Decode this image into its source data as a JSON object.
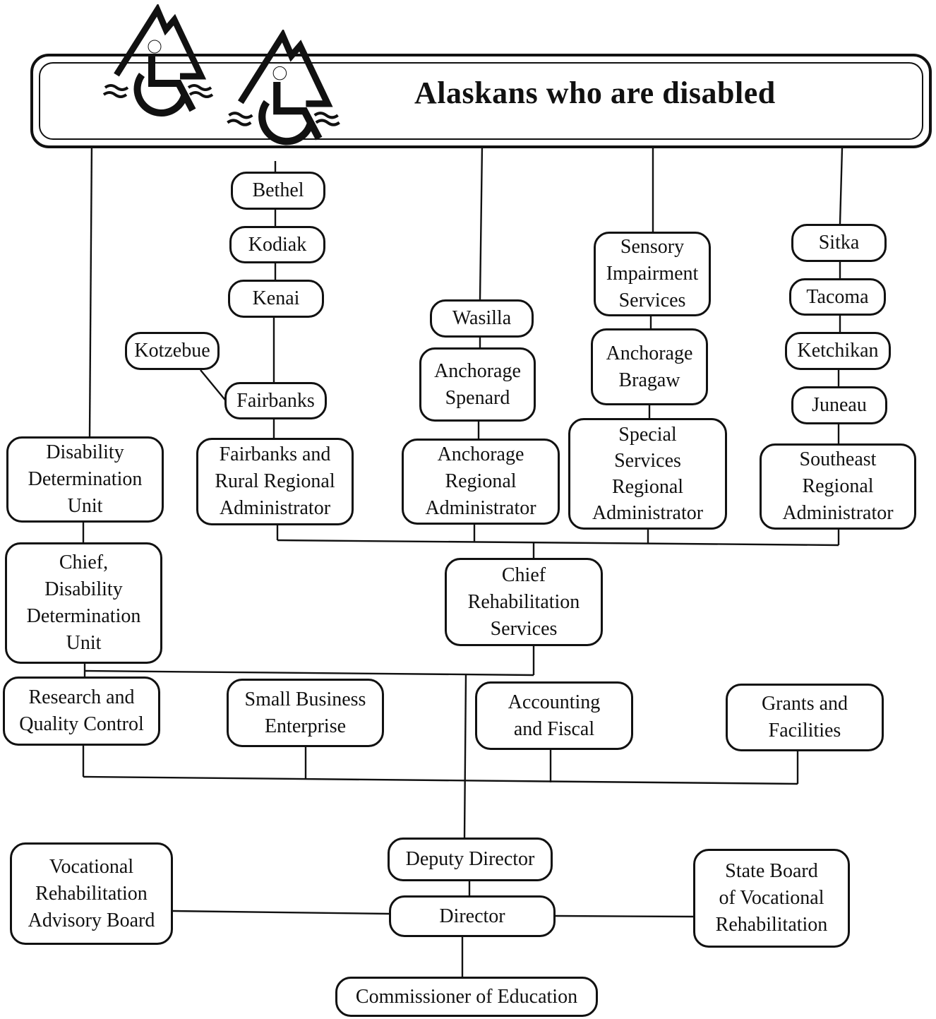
{
  "header": {
    "title": "Alaskans who are disabled",
    "logo_icon": "wheelchair-mountain-logo"
  },
  "org_chart": {
    "top_level": {
      "commissioner": "Commissioner of Education",
      "director": "Director",
      "deputy_director": "Deputy Director",
      "advisory_board": "Vocational\nRehabilitation\nAdvisory Board",
      "state_board": "State Board\nof Vocational\nRehabilitation"
    },
    "units": {
      "research": "Research and\nQuality Control",
      "small_business": "Small Business\nEnterprise",
      "accounting": "Accounting\nand Fiscal",
      "grants": "Grants and\nFacilities"
    },
    "disability": {
      "chief": "Chief,\nDisability\nDetermination\nUnit",
      "unit": "Disability\nDetermination\nUnit"
    },
    "chief_rehab": "Chief\nRehabilitation\nServices",
    "regions": {
      "fairbanks": {
        "admin": "Fairbanks and\nRural Regional\nAdministrator",
        "fairbanks": "Fairbanks",
        "kotzebue": "Kotzebue",
        "kenai": "Kenai",
        "kodiak": "Kodiak",
        "bethel": "Bethel"
      },
      "anchorage": {
        "admin": "Anchorage\nRegional\nAdministrator",
        "spenard": "Anchorage\nSpenard",
        "wasilla": "Wasilla"
      },
      "special": {
        "admin": "Special\nServices\nRegional\nAdministrator",
        "bragaw": "Anchorage\nBragaw",
        "sensory": "Sensory\nImpairment\nServices"
      },
      "southeast": {
        "admin": "Southeast\nRegional\nAdministrator",
        "juneau": "Juneau",
        "ketchikan": "Ketchikan",
        "tacoma": "Tacoma",
        "sitka": "Sitka"
      }
    }
  }
}
